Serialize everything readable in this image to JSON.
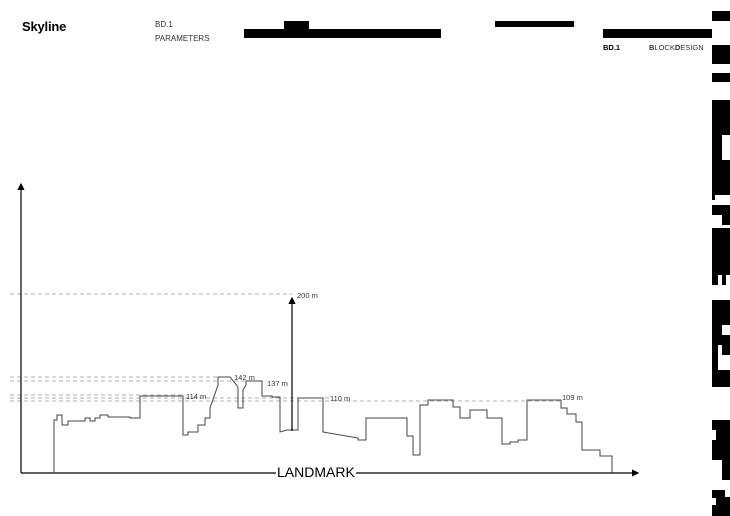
{
  "header": {
    "title": "Skyline",
    "code": "BD.1",
    "subtitle": "PARAMETERS",
    "brand_code": "BD.1",
    "brand_name_parts": [
      "B",
      "LOCK",
      "D",
      "ESIGN"
    ]
  },
  "diagram": {
    "axis_label": "LANDMARK",
    "height_labels": [
      "200 m",
      "142 m",
      "137 m",
      "114 m",
      "110 m",
      "109 m"
    ]
  }
}
